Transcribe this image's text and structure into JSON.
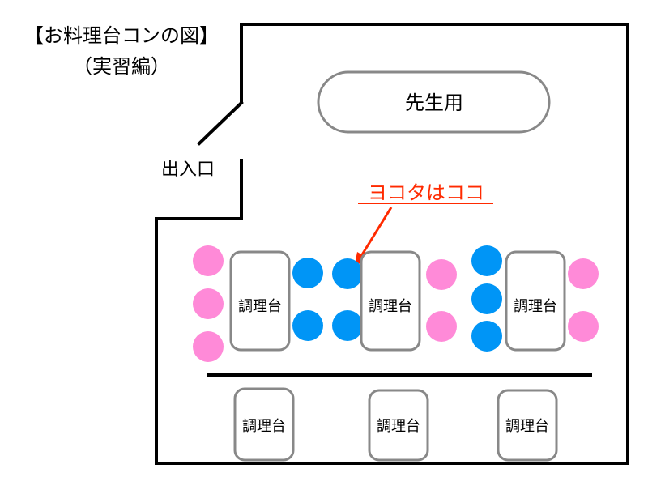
{
  "title": "【お料理台コンの図】",
  "subtitle": "（実習編）",
  "entrance_label": "出入口",
  "teacher_table_label": "先生用",
  "annotation": {
    "text": "ヨコタはココ",
    "color": "#ff2a00"
  },
  "cooking_table_label": "調理台",
  "colors": {
    "pink_seat": "#ff8ad8",
    "blue_seat": "#0095f6",
    "table_border": "#888888"
  }
}
